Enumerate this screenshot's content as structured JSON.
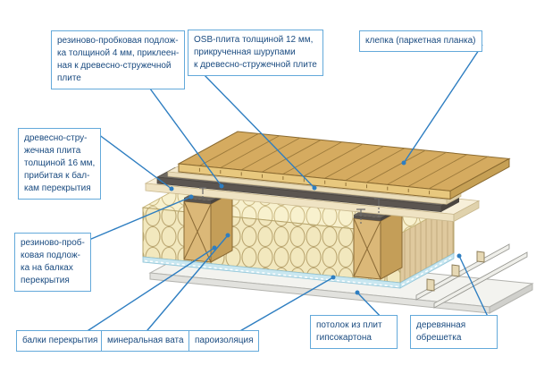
{
  "figure": {
    "type": "construction-layer-diagram",
    "subject": "wooden floor / ceiling sandwich structure",
    "labels": {
      "cork_glued": "резиново-пробковая подлож-\nка толщиной 4 мм, приклеен-\nная к древесно-стружечной\nплите",
      "osb": "OSB-плита толщиной 12 мм,\nприкрученная шурупами\nк древесно-стружечной плите",
      "parquet": "клепка (паркетная планка)",
      "chipboard": "древесно-стру-\nжечная плита\nтолщиной 16 мм,\nприбитая к бал-\nкам перекрытия",
      "cork_beams": "резиново-проб-\nковая подлож-\nка на балках\nперекрытия",
      "beams": "балки перекрытия",
      "wool": "минеральная вата",
      "vapor": "пароизоляция",
      "ceiling": "потолок из плит\nгипсокартона",
      "battens": "деревянная\nобрешетка"
    },
    "colors": {
      "callout_border": "#63A9DA",
      "callout_text": "#1A4B80",
      "leader_line": "#2E7EC1",
      "parquet_wood": "#D5AB60",
      "cork_dark": "#5B5550",
      "chipboard_cream": "#EFE3C3",
      "mineral_wool": "#F2E8BE",
      "vapor_blue": "#C9E7F0",
      "beam_wood": "#D9B674",
      "gypsum_white": "#F3F3EF"
    }
  }
}
